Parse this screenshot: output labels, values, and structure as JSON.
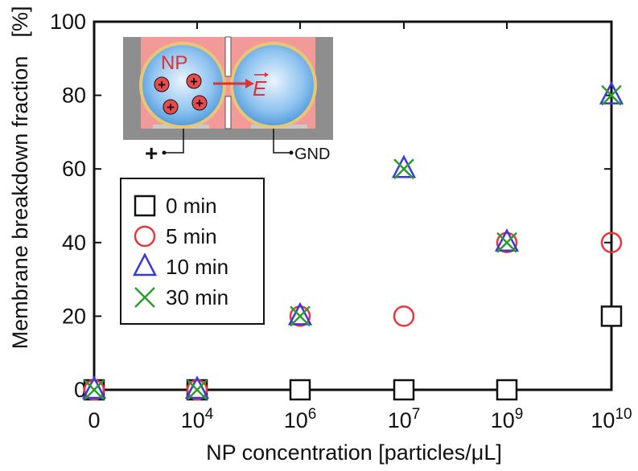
{
  "chart_data": {
    "type": "scatter",
    "title": "",
    "xlabel": "NP concentration [particles/μL]",
    "ylabel": "Membrane breakdown fraction",
    "ylabel_unit": "[%]",
    "categories": [
      {
        "base": "0",
        "exp": ""
      },
      {
        "base": "10",
        "exp": "4"
      },
      {
        "base": "10",
        "exp": "6"
      },
      {
        "base": "10",
        "exp": "7"
      },
      {
        "base": "10",
        "exp": "9"
      },
      {
        "base": "10",
        "exp": "10"
      }
    ],
    "ylim": [
      0,
      100
    ],
    "yticks": [
      "0",
      "20",
      "40",
      "60",
      "80",
      "100"
    ],
    "grid": false,
    "legend_position": "upper-left",
    "series": [
      {
        "name": "0 min",
        "marker": "square",
        "color": "#111111",
        "values": [
          0,
          0,
          0,
          0,
          0,
          20
        ]
      },
      {
        "name": "5 min",
        "marker": "circle",
        "color": "#e8363a",
        "values": [
          0,
          0,
          20,
          20,
          40,
          40
        ]
      },
      {
        "name": "10 min",
        "marker": "triangle",
        "color": "#3a3ad6",
        "values": [
          0,
          0,
          20,
          60,
          40,
          80
        ]
      },
      {
        "name": "30 min",
        "marker": "cross",
        "color": "#2a9d2a",
        "values": [
          0,
          0,
          20,
          60,
          40,
          80
        ]
      }
    ]
  },
  "inset": {
    "np_label": "NP",
    "field_label": "E",
    "plus_label": "+",
    "gnd_label": "GND",
    "charge_symbol": "+"
  }
}
